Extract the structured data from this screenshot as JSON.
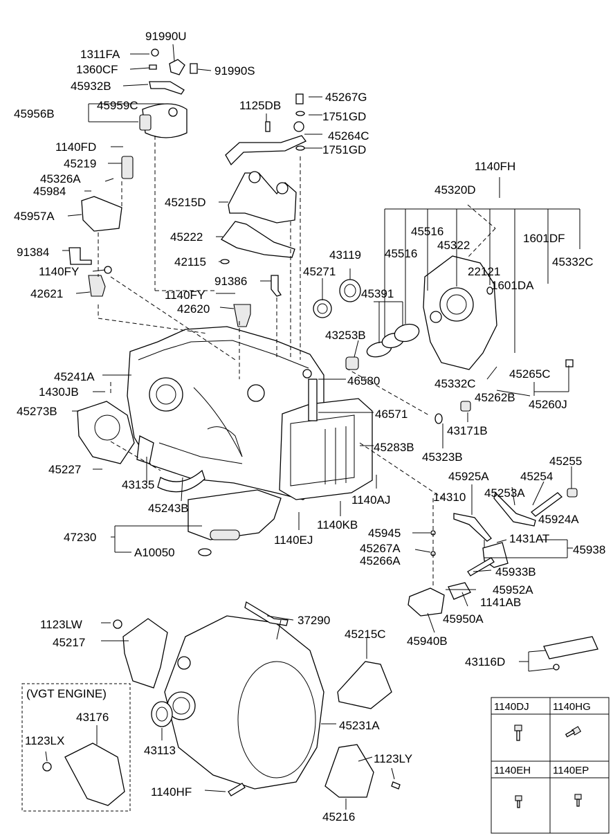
{
  "diagram": {
    "vgt_label": "(VGT ENGINE)",
    "bolt_table": {
      "headers": [
        "1140DJ",
        "1140HG",
        "1140EH",
        "1140EP"
      ]
    },
    "labels": {
      "p91990U": "91990U",
      "p1311FA": "1311FA",
      "p1360CF": "1360CF",
      "p91990S": "91990S",
      "p45932B": "45932B",
      "p45959C": "45959C",
      "p45956B": "45956B",
      "p1125DB": "1125DB",
      "p45267G": "45267G",
      "p1751GD_a": "1751GD",
      "p45264C": "45264C",
      "p1751GD_b": "1751GD",
      "p1140FD": "1140FD",
      "p45219": "45219",
      "p45326A": "45326A",
      "p45984": "45984",
      "p45957A": "45957A",
      "p45215D": "45215D",
      "p1140FH": "1140FH",
      "p45320D": "45320D",
      "p45516_a": "45516",
      "p45322": "45322",
      "p1601DF": "1601DF",
      "p45222": "45222",
      "p45516_b": "45516",
      "p43119": "43119",
      "p45332C_a": "45332C",
      "p91384": "91384",
      "p42115": "42115",
      "p45271": "45271",
      "p22121": "22121",
      "p1140FY_a": "1140FY",
      "p91386": "91386",
      "p45391": "45391",
      "p1601DA": "1601DA",
      "p42621": "42621",
      "p1140FY_b": "1140FY",
      "p42620": "42620",
      "p43253B": "43253B",
      "p45241A": "45241A",
      "p46580": "46580",
      "p45332C_b": "45332C",
      "p45265C": "45265C",
      "p1430JB": "1430JB",
      "p45262B": "45262B",
      "p45260J": "45260J",
      "p45273B": "45273B",
      "p46571": "46571",
      "p43171B": "43171B",
      "p45283B": "45283B",
      "p45323B": "45323B",
      "p45255": "45255",
      "p45227": "45227",
      "p45925A": "45925A",
      "p45254": "45254",
      "p1140AJ": "1140AJ",
      "p43135": "43135",
      "p14310": "14310",
      "p45253A": "45253A",
      "p45243B": "45243B",
      "p45924A": "45924A",
      "p1140KB": "1140KB",
      "p47230": "47230",
      "p45945": "45945",
      "p1431AT": "1431AT",
      "p1140EJ": "1140EJ",
      "p45938": "45938",
      "pA10050": "A10050",
      "p45267A": "45267A",
      "p45266A": "45266A",
      "p45933B": "45933B",
      "p45952A": "45952A",
      "p1141AB": "1141AB",
      "p45950A": "45950A",
      "p1123LW": "1123LW",
      "p37290": "37290",
      "p45217": "45217",
      "p45215C": "45215C",
      "p45940B": "45940B",
      "p43116D": "43116D",
      "p43176": "43176",
      "p1123LX": "1123LX",
      "p43113": "43113",
      "p45231A": "45231A",
      "p1123LY": "1123LY",
      "p1140HF": "1140HF",
      "p45216": "45216"
    }
  }
}
